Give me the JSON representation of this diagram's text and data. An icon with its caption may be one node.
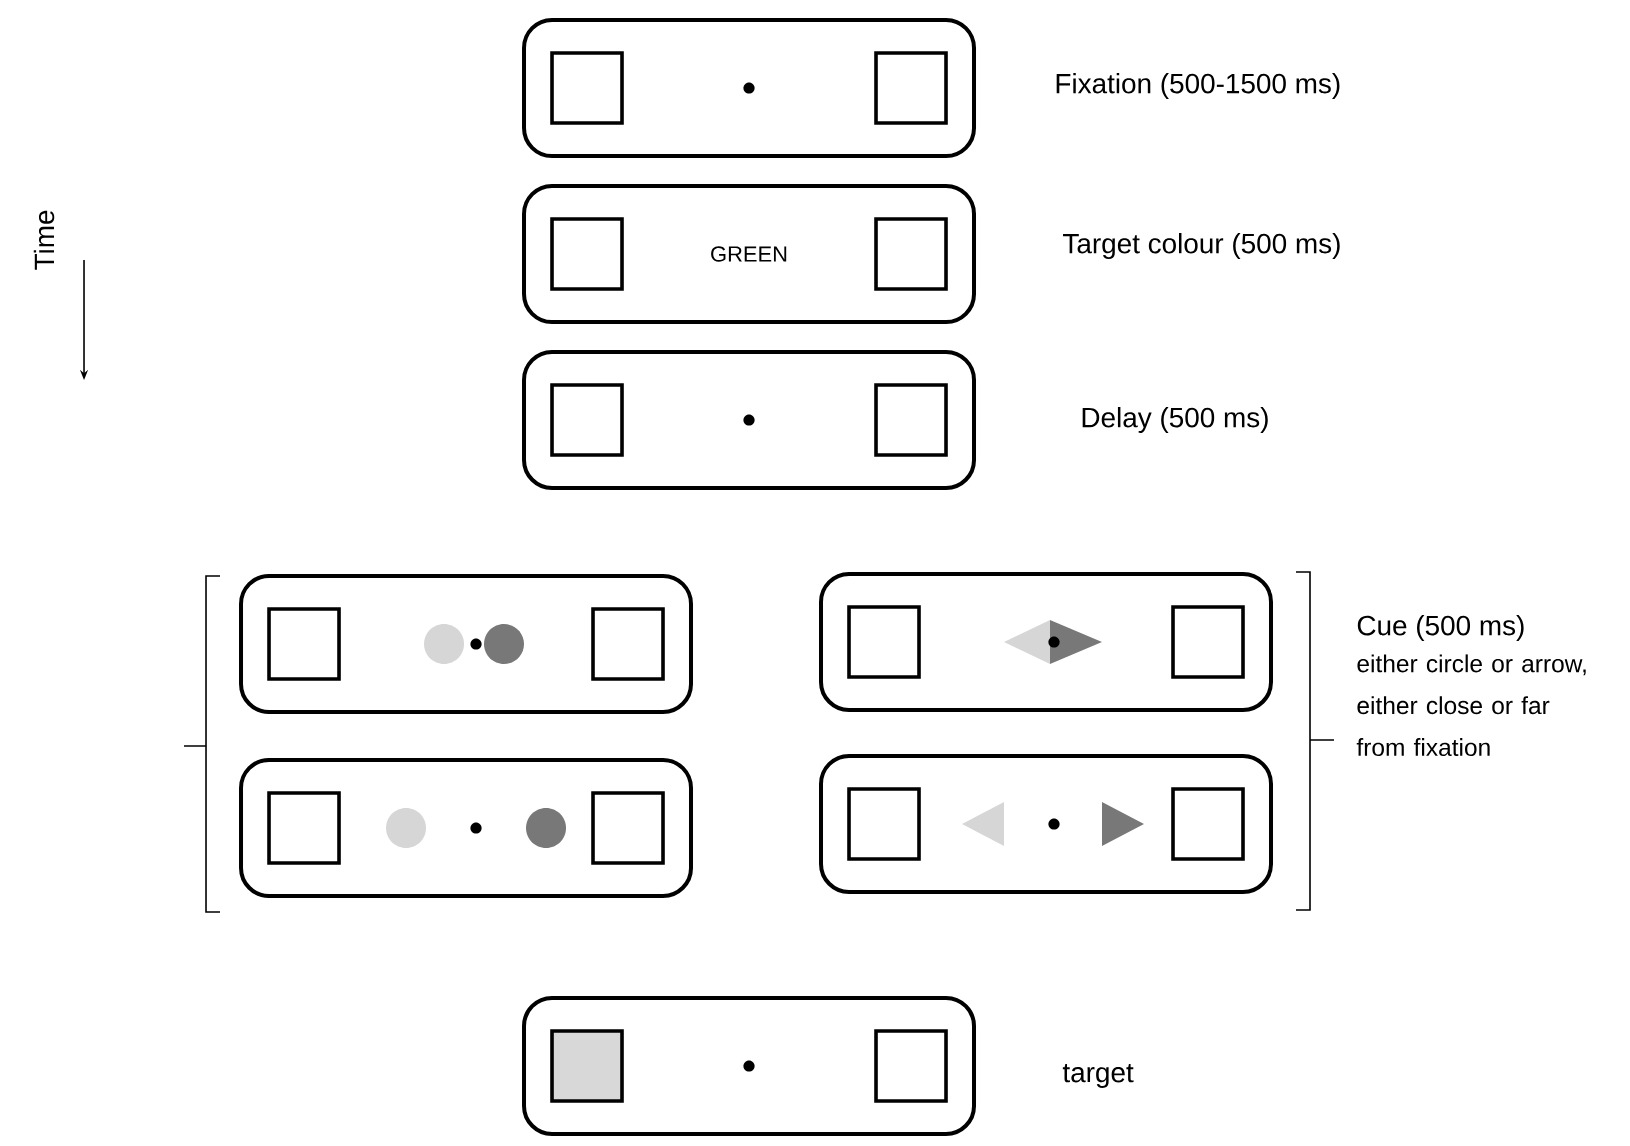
{
  "diagram": {
    "nodes": [
      {
        "text": [],
        "shape": "box"
      },
      {
        "text": [
          "GREEN"
        ]
      },
      {
        "text": [],
        "shape": "box"
      },
      {
        "text": [],
        "shape": "box"
      },
      {
        "text": [],
        "shape": "box"
      },
      {
        "text": [],
        "shape": "box"
      },
      {
        "text": [],
        "shape": "box"
      },
      {
        "text": [],
        "shape": "box"
      }
    ],
    "labels": [
      "Time",
      "Fixation (500-1500 ms)",
      "Target colour (500 ms)",
      "Delay (500 ms)",
      "Cue (500 ms)",
      "either circle or arrow, either close or far from fixation",
      "target"
    ]
  }
}
